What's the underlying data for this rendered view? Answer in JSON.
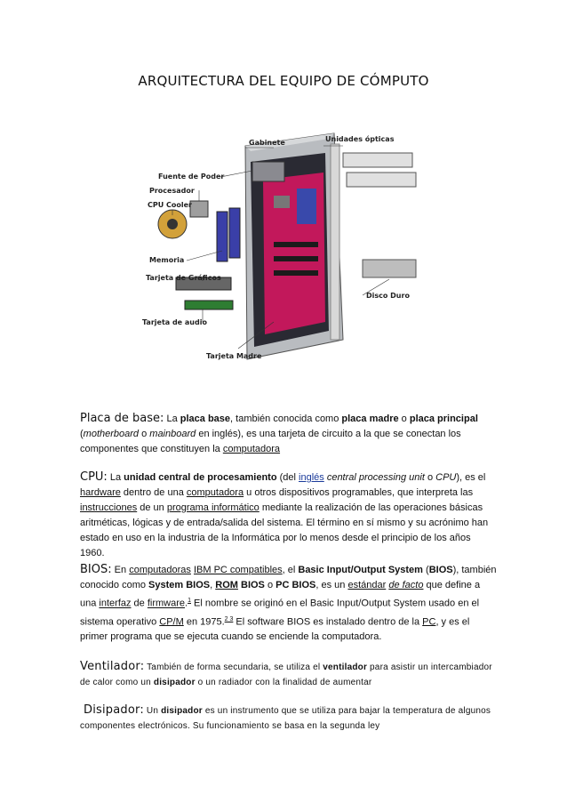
{
  "title": "ARQUITECTURA DEL EQUIPO DE CÓMPUTO",
  "figure": {
    "callouts": {
      "gabinete": "Gabinete",
      "unidades_opticas": "Unidades ópticas",
      "fuente": "Fuente de Poder",
      "procesador": "Procesador",
      "cpu_cooler": "CPU Cooler",
      "memoria": "Memoria",
      "tarjeta_graficos": "Tarjeta de Gráficos",
      "disco_duro": "Disco Duro",
      "tarjeta_audio": "Tarjeta de audio",
      "tarjeta_madre": "Tarjeta Madre"
    }
  },
  "placa": {
    "heading": "Placa de base:",
    "t1": " La ",
    "b1": "placa base",
    "t2": ", también conocida como ",
    "b2": "placa madre",
    "t3": " o ",
    "b3": "placa principal",
    "t4": " (",
    "i1": "motherboard",
    "t5": " o ",
    "i2": "mainboard",
    "t6": " en inglés), es una tarjeta de circuito a la que se conectan los componentes que constituyen la ",
    "l1": "computadora"
  },
  "cpu": {
    "heading": "CPU:",
    "t1": " La ",
    "b1": "unidad central de procesamiento",
    "t2": " (del ",
    "l1": "inglés",
    "i1": " central processing unit",
    "t3": " o ",
    "i2": "CPU",
    "t4": "), es el ",
    "l2": "hardware",
    "t5": " dentro de una ",
    "l3": "computadora",
    "t6": " u otros dispositivos programables, que interpreta las ",
    "l4": "instrucciones",
    "t7": " de un ",
    "l5": "programa informático",
    "t8": " mediante la realización de las operaciones básicas aritméticas, lógicas y de entrada/salida del sistema. El término en sí mismo y su acrónimo han estado en uso en la industria de la Informática por lo menos desde el principio de los años 1960."
  },
  "bios": {
    "heading": "BIOS:",
    "t1": " En ",
    "l1": "computadoras",
    "t2": " ",
    "l2": "IBM PC compatibles",
    "t3": ", el ",
    "b1": "Basic Input/Output System",
    "t4": " (",
    "b2": "BIOS",
    "t5": "), también conocido como ",
    "b3": "System BIOS",
    "t6": ", ",
    "l3": "ROM",
    "t7": " ",
    "b4": "BIOS",
    "t8": " o ",
    "b5": "PC BIOS",
    "t9": ", es un ",
    "l4": "estándar",
    "t10": " ",
    "l5": "de facto",
    "t11": " que define a una ",
    "l6": "interfaz",
    "t12": " de ",
    "l7": "firmware",
    "t13": ".",
    "s1": "1",
    "t14": " El nombre se originó en el Basic Input/Output System usado en el sistema operativo ",
    "l8": "CP/M",
    "t15": " en 1975.",
    "s2": "2 3",
    "t16": " El software BIOS es instalado dentro de la ",
    "l9": "PC",
    "t17": ", y es el primer programa que se ejecuta cuando se enciende la computadora."
  },
  "ventilador": {
    "heading": "Ventilador:",
    "t1": " También de forma secundaria, se utiliza el ",
    "b1": "ventilador",
    "t2": " para asistir un intercambiador de calor como un ",
    "b2": "disipador",
    "t3": " o un radiador con la finalidad de aumentar"
  },
  "disipador": {
    "heading": "Disipador:",
    "t1": " Un ",
    "b1": "disipador",
    "t2": " es un instrumento que se utiliza para bajar la temperatura de algunos componentes electrónicos. Su funcionamiento se basa en la segunda ley"
  }
}
